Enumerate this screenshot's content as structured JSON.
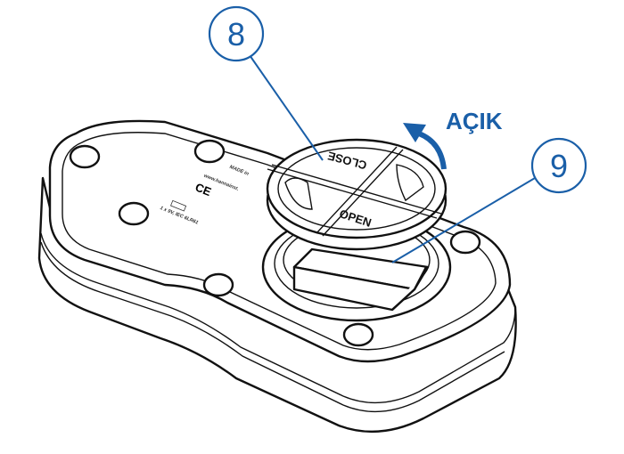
{
  "callouts": [
    {
      "number": "8",
      "target": "battery-cap"
    },
    {
      "number": "9",
      "target": "battery"
    }
  ],
  "direction_label": "AÇIK",
  "cap": {
    "close_text": "CLOSE",
    "open_text": "OPEN"
  },
  "device_print": {
    "made_in": "MADE in",
    "website": "www.hannainst.",
    "battery_spec": "1 x 9V, IEC 6LR61",
    "ce_mark": "CE"
  },
  "colors": {
    "accent": "#1a5fa8",
    "outline": "#111111"
  }
}
